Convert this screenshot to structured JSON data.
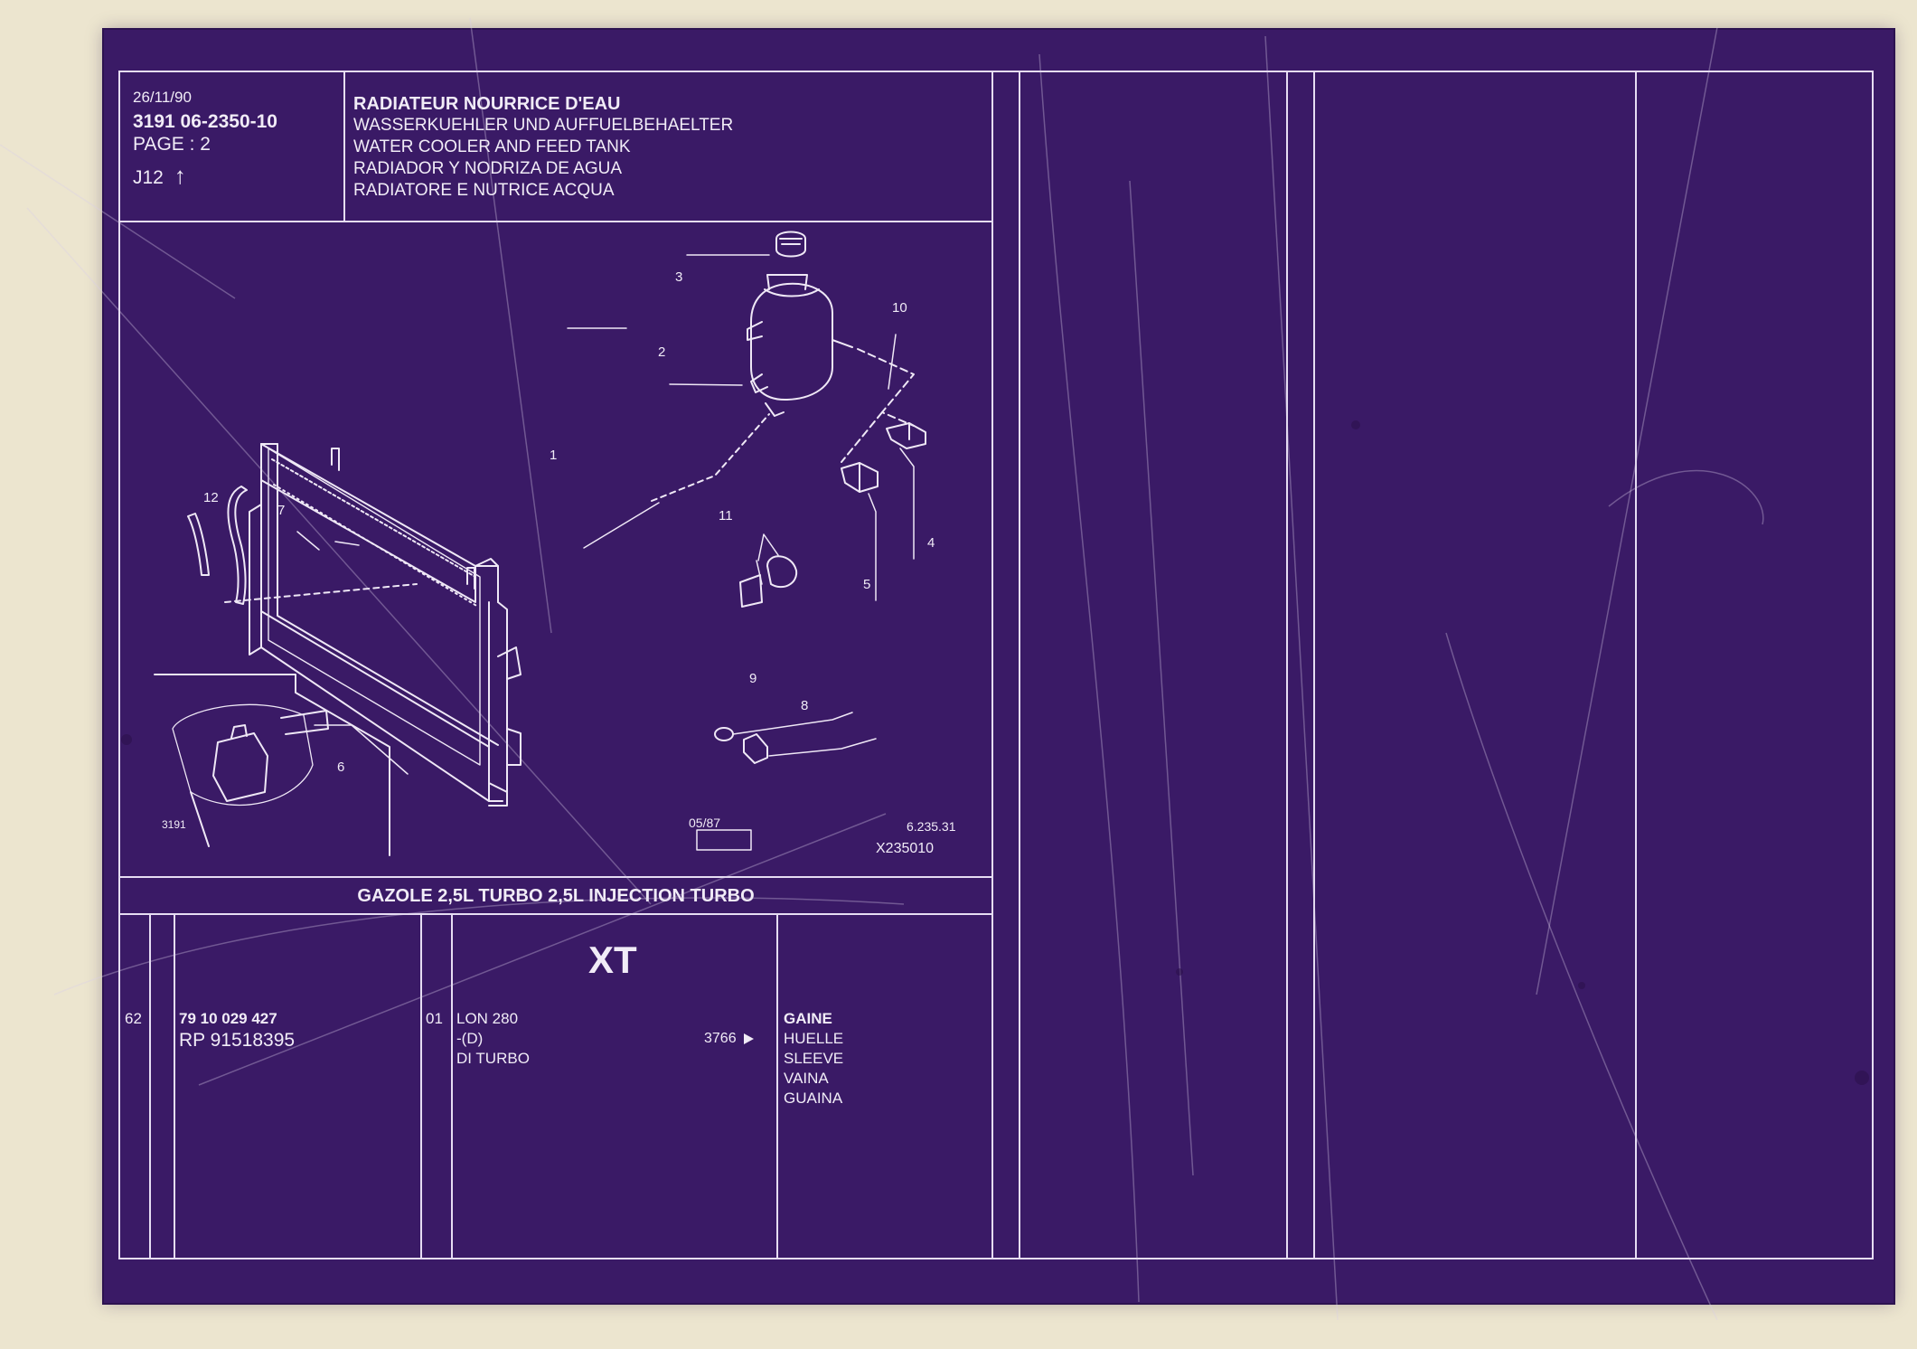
{
  "header": {
    "date": "26/11/90",
    "reference": "3191  06-2350-10",
    "page": "PAGE : 2",
    "grid": "J12",
    "grid_arrow": "↑",
    "titles": [
      "RADIATEUR  NOURRICE D'EAU",
      "WASSERKUEHLER UND AUFFUELBEHAELTER",
      "WATER COOLER AND FEED TANK",
      "RADIADOR Y NODRIZA DE AGUA",
      "RADIATORE E NUTRICE ACQUA"
    ]
  },
  "diagram": {
    "callouts": [
      "1",
      "2",
      "3",
      "4",
      "5",
      "6",
      "7",
      "8",
      "9",
      "10",
      "11",
      "12"
    ],
    "code_left": "3191",
    "date_box": "05/87",
    "code_right": "6.235.31",
    "figure_id": "X235010"
  },
  "engine_bar": "GAZOLE 2,5L TURBO 2,5L INJECTION TURBO",
  "model": "XT",
  "part_row": {
    "index": "62",
    "part_number": "79 10 029 427",
    "rp_number": "RP  91518395",
    "qty": "01",
    "spec_lines": [
      "LON 280",
      "-(D)",
      "DI TURBO"
    ],
    "ref_code": "3766",
    "descriptions": [
      "GAINE",
      "HUELLE",
      "SLEEVE",
      "VAINA",
      "GUAINA"
    ]
  },
  "colors": {
    "sheet": "#3a1a66",
    "ink": "#f1ecf7",
    "paper": "#ece5cf"
  }
}
